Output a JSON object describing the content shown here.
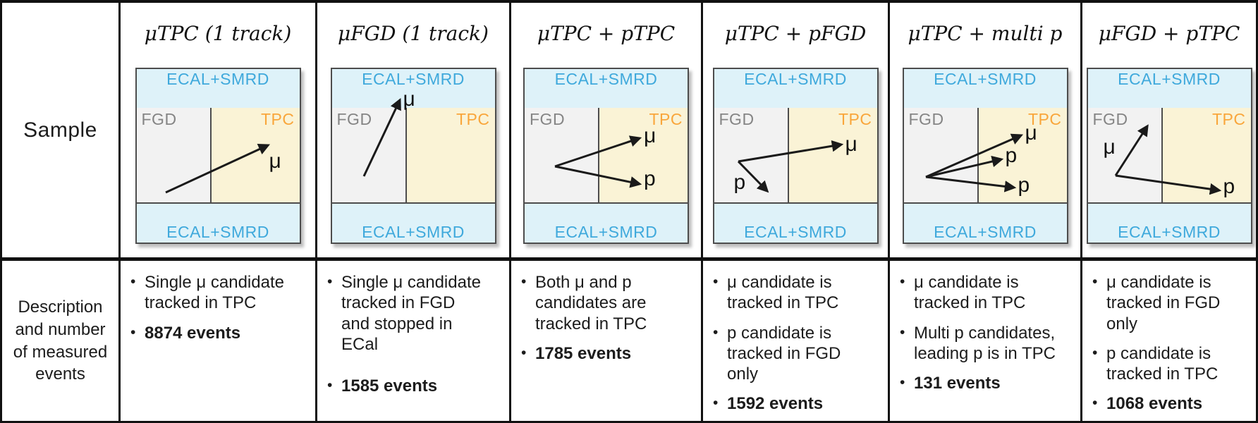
{
  "bullet_char": "•",
  "row_labels": {
    "sample": "Sample",
    "description": "Description and number of measured events"
  },
  "diagram_labels": {
    "ecal": "ECAL+SMRD",
    "fgd": "FGD",
    "tpc": "TPC"
  },
  "colors": {
    "ecal_fill": "#def2f9",
    "ecal_text": "#3fa9dc",
    "fgd_fill": "#f2f2f2",
    "fgd_text": "#858585",
    "tpc_fill": "#faf3d6",
    "tpc_text": "#f9a63b",
    "diagram_border": "#4d4d4d",
    "table_border": "#111111",
    "arrow": "#1a1a1a"
  },
  "columns": [
    {
      "title": "μTPC (1 track)",
      "particles": [
        "μ"
      ],
      "bullets": [
        "Single μ candidate tracked in TPC"
      ],
      "events": "8874 events"
    },
    {
      "title": "μFGD (1 track)",
      "particles": [
        "μ"
      ],
      "bullets": [
        "Single μ candidate tracked in FGD and stopped in ECal"
      ],
      "events": "1585 events"
    },
    {
      "title": "μTPC + pTPC",
      "particles": [
        "μ",
        "p"
      ],
      "bullets": [
        "Both μ and p candidates are tracked in TPC"
      ],
      "events": "1785 events"
    },
    {
      "title": "μTPC + pFGD",
      "particles": [
        "μ",
        "p"
      ],
      "bullets": [
        "μ candidate is tracked in TPC",
        "p candidate is tracked in FGD only"
      ],
      "events": "1592 events"
    },
    {
      "title": "μTPC + multi p",
      "particles": [
        "μ",
        "p",
        "p"
      ],
      "bullets": [
        "μ candidate is tracked in TPC",
        "Multi p candidates, leading p is in TPC"
      ],
      "events": "131 events"
    },
    {
      "title": "μFGD + pTPC",
      "particles": [
        "μ",
        "p"
      ],
      "bullets": [
        "μ candidate is tracked in FGD only",
        "p candidate is tracked in TPC"
      ],
      "events": "1068 events"
    }
  ]
}
